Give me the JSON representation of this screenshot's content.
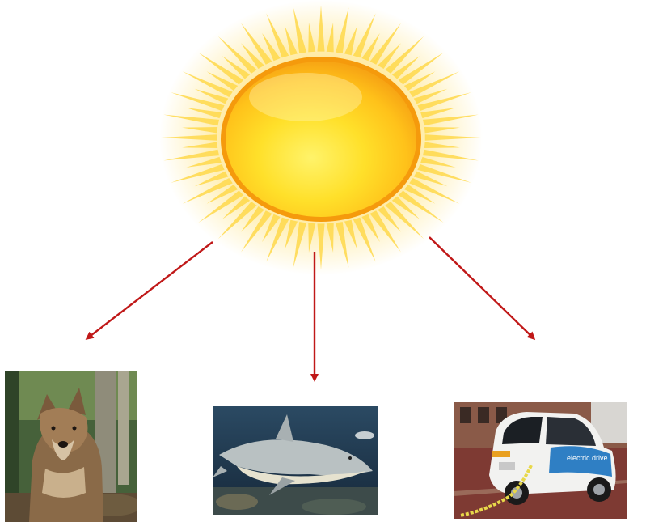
{
  "diagram": {
    "source": {
      "icon": "sun-icon"
    },
    "targets": [
      {
        "icon": "wolf-photo"
      },
      {
        "icon": "shark-photo"
      },
      {
        "icon": "electric-car-photo",
        "car_lettering": "electric drive"
      }
    ],
    "colors": {
      "arrow": "#c01818",
      "sun_core": "#ffd21a",
      "sun_rim": "#f59a0c",
      "sun_rays": "#ffd84a",
      "background": "#ffffff"
    }
  }
}
